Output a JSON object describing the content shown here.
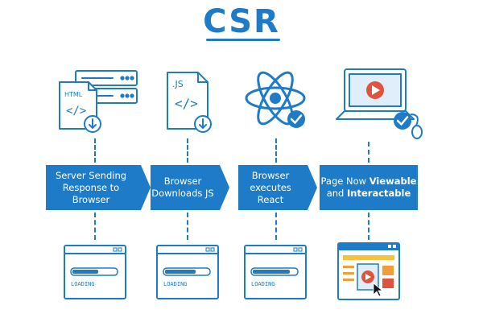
{
  "title": "CSR",
  "icons": {
    "html_file_label": "HTML",
    "html_file_code": "</>",
    "js_file_label": ".JS",
    "js_file_code": "</>"
  },
  "steps": [
    {
      "line1": "Server Sending",
      "line2": "Response to Browser"
    },
    {
      "line1": "Browser",
      "line2": "Downloads JS"
    },
    {
      "line1": "Browser",
      "line2": "executes React"
    },
    {
      "line1_prefix": "Page Now ",
      "line1_bold": "Viewable",
      "line2_prefix": "and ",
      "line2_bold": "Interactable"
    }
  ],
  "loading_label": "LOADING",
  "colors": {
    "primary": "#1e7bc7",
    "orange": "#f39c3c",
    "red": "#e0533f",
    "yellow": "#f7c23e"
  }
}
